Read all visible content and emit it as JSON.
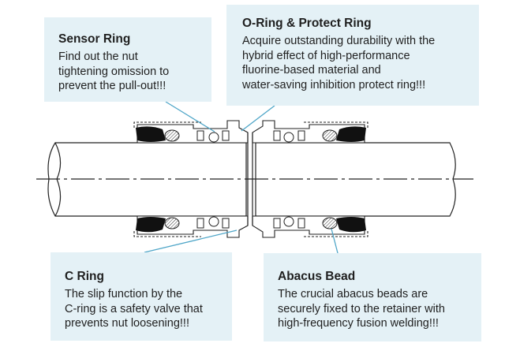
{
  "callouts": {
    "sensor_ring": {
      "title": "Sensor Ring",
      "text": "Find out the nut\ntightening omission to\nprevent the pull-out!!!"
    },
    "oring": {
      "title": "O-Ring & Protect Ring",
      "text": "Acquire outstanding durability with the\nhybrid effect of high-performance\nfluorine-based material and\nwater-saving inhibition protect ring!!!"
    },
    "cring": {
      "title": "C Ring",
      "text": "The slip function by the\nC-ring is a safety valve that\nprevents nut loosening!!!"
    },
    "abacus": {
      "title": "Abacus Bead",
      "text": "The crucial abacus beads are\nsecurely fixed to the retainer with\nhigh-frequency fusion welding!!!"
    }
  },
  "colors": {
    "callout_bg": "#e4f1f6",
    "leader_line": "#4fa6c8",
    "seal_black": "#111111",
    "outline": "#222222"
  }
}
